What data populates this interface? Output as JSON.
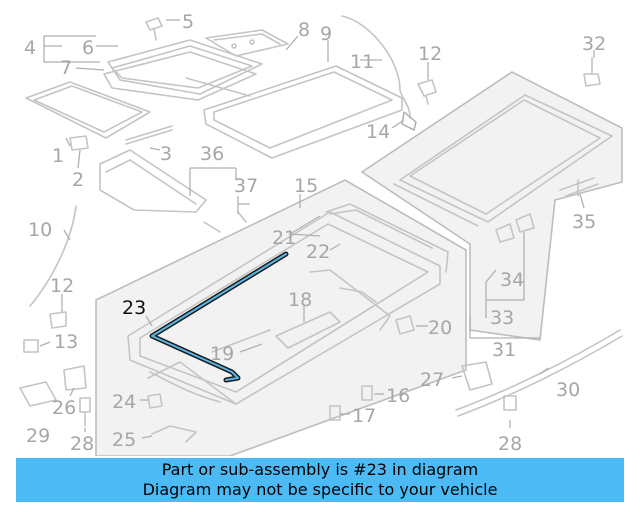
{
  "highlight_color": "#56b7e6",
  "banner": {
    "line1": "Part or sub-assembly is #23 in diagram",
    "line2": "Diagram may not be specific to your vehicle",
    "background": "#4cbbf5"
  },
  "callouts": {
    "c1": "1",
    "c2": "2",
    "c3": "3",
    "c4": "4",
    "c5": "5",
    "c6": "6",
    "c7": "7",
    "c8": "8",
    "c9": "9",
    "c10": "10",
    "c11": "11",
    "c12a": "12",
    "c12b": "12",
    "c13": "13",
    "c14": "14",
    "c15": "15",
    "c16": "16",
    "c17": "17",
    "c18": "18",
    "c19": "19",
    "c20": "20",
    "c21": "21",
    "c22": "22",
    "c23": "23",
    "c24": "24",
    "c25": "25",
    "c26": "26",
    "c27": "27",
    "c28a": "28",
    "c28b": "28",
    "c29": "29",
    "c30": "30",
    "c31": "31",
    "c32": "32",
    "c33": "33",
    "c34": "34",
    "c35": "35",
    "c36": "36",
    "c37": "37"
  }
}
